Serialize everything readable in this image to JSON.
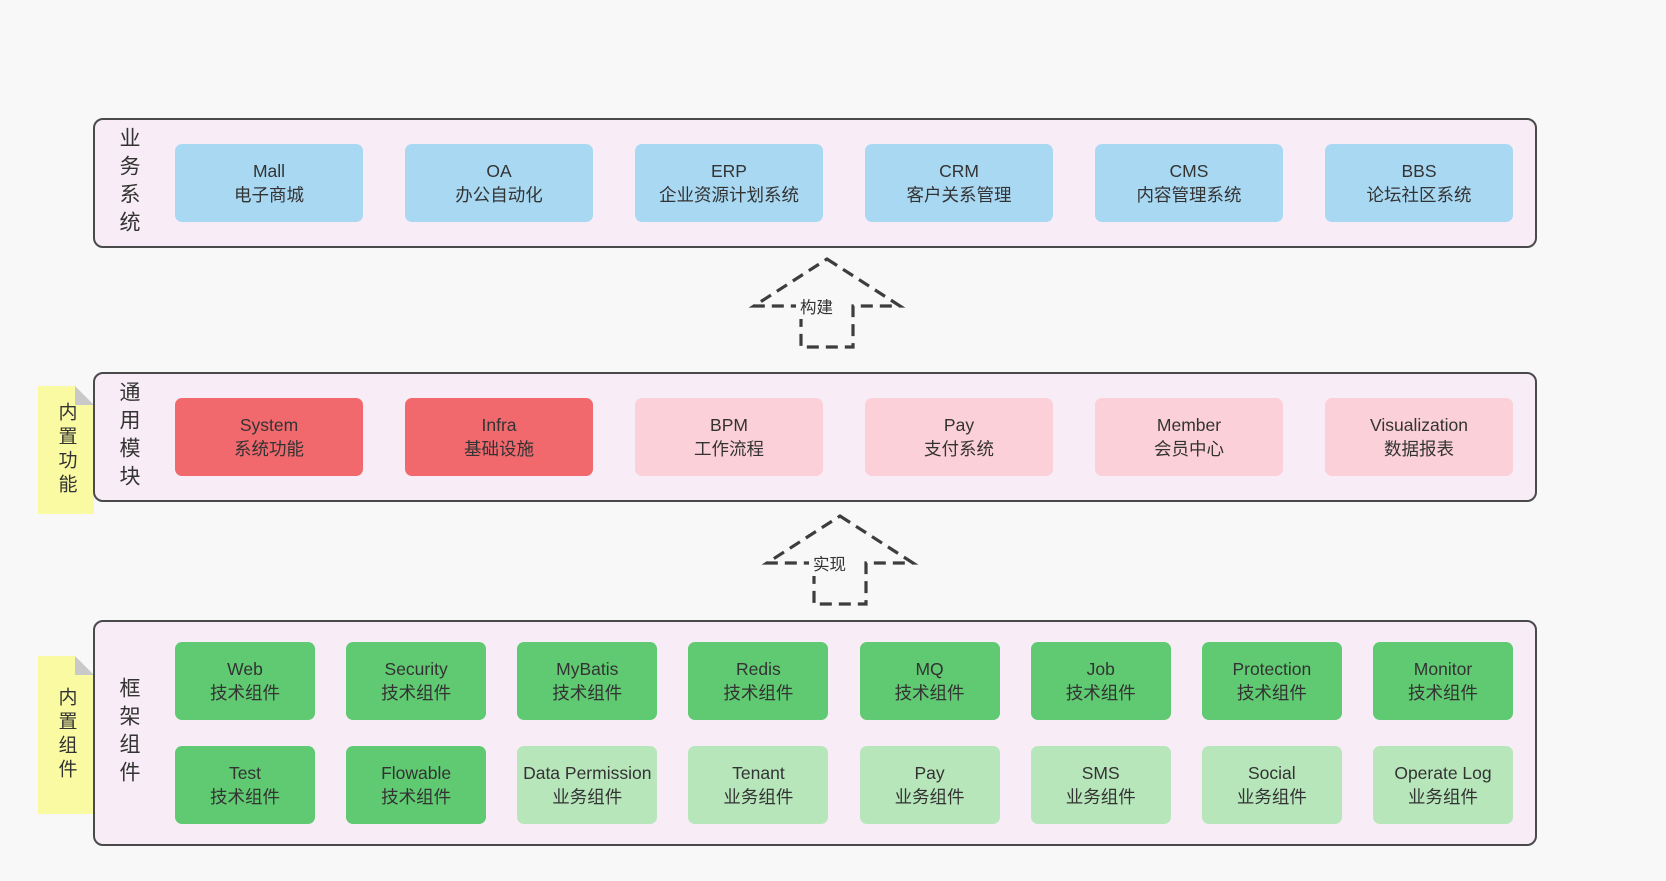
{
  "colors": {
    "canvas": "#f8f8f8",
    "band_bg": "#f8edf6",
    "band_border": "#4a4a4a",
    "sticky": "#fafaa3",
    "sticky_fold": "#c9c9c9",
    "dash": "#3d3d3d",
    "text": "#3a3a3a",
    "blue": "#a9d8f3",
    "red": "#f1686d",
    "pink": "#fbd0d8",
    "green": "#5fca71",
    "green_light": "#b7e6bb"
  },
  "bands": [
    {
      "label": "业务系统",
      "note": null,
      "rows": [
        [
          {
            "en": "Mall",
            "zh": "电子商城",
            "variant": "blue"
          },
          {
            "en": "OA",
            "zh": "办公自动化",
            "variant": "blue"
          },
          {
            "en": "ERP",
            "zh": "企业资源计划系统",
            "variant": "blue"
          },
          {
            "en": "CRM",
            "zh": "客户关系管理",
            "variant": "blue"
          },
          {
            "en": "CMS",
            "zh": "内容管理系统",
            "variant": "blue"
          },
          {
            "en": "BBS",
            "zh": "论坛社区系统",
            "variant": "blue"
          }
        ]
      ]
    },
    {
      "label": "通用模块",
      "note": "内置功能",
      "rows": [
        [
          {
            "en": "System",
            "zh": "系统功能",
            "variant": "red"
          },
          {
            "en": "Infra",
            "zh": "基础设施",
            "variant": "red"
          },
          {
            "en": "BPM",
            "zh": "工作流程",
            "variant": "pink"
          },
          {
            "en": "Pay",
            "zh": "支付系统",
            "variant": "pink"
          },
          {
            "en": "Member",
            "zh": "会员中心",
            "variant": "pink"
          },
          {
            "en": "Visualization",
            "zh": "数据报表",
            "variant": "pink"
          }
        ]
      ]
    },
    {
      "label": "框架组件",
      "note": "内置组件",
      "rows": [
        [
          {
            "en": "Web",
            "zh": "技术组件",
            "variant": "green"
          },
          {
            "en": "Security",
            "zh": "技术组件",
            "variant": "green"
          },
          {
            "en": "MyBatis",
            "zh": "技术组件",
            "variant": "green"
          },
          {
            "en": "Redis",
            "zh": "技术组件",
            "variant": "green"
          },
          {
            "en": "MQ",
            "zh": "技术组件",
            "variant": "green"
          },
          {
            "en": "Job",
            "zh": "技术组件",
            "variant": "green"
          },
          {
            "en": "Protection",
            "zh": "技术组件",
            "variant": "green"
          },
          {
            "en": "Monitor",
            "zh": "技术组件",
            "variant": "green"
          }
        ],
        [
          {
            "en": "Test",
            "zh": "技术组件",
            "variant": "green"
          },
          {
            "en": "Flowable",
            "zh": "技术组件",
            "variant": "green"
          },
          {
            "en": "Data Permission",
            "zh": "业务组件",
            "variant": "green_light"
          },
          {
            "en": "Tenant",
            "zh": "业务组件",
            "variant": "green_light"
          },
          {
            "en": "Pay",
            "zh": "业务组件",
            "variant": "green_light"
          },
          {
            "en": "SMS",
            "zh": "业务组件",
            "variant": "green_light"
          },
          {
            "en": "Social",
            "zh": "业务组件",
            "variant": "green_light"
          },
          {
            "en": "Operate Log",
            "zh": "业务组件",
            "variant": "green_light"
          }
        ]
      ]
    }
  ],
  "arrows": [
    {
      "label": "构建"
    },
    {
      "label": "实现"
    }
  ]
}
